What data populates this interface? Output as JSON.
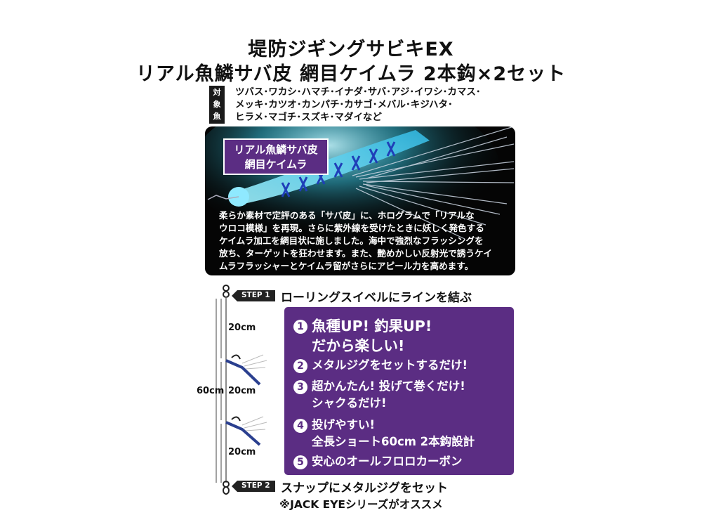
{
  "header": {
    "title_line1": "堤防ジギングサビキEX",
    "title_line2": "リアル魚鱗サバ皮 網目ケイムラ 2本鈎×2セット"
  },
  "target_fish": {
    "label": [
      "対",
      "象",
      "魚"
    ],
    "lines": [
      "ツバス･ワカシ･ハマチ･イナダ･サバ･アジ･イワシ･カマス･",
      "メッキ･カツオ･カンパチ･カサゴ･メバル･キジハタ･",
      "ヒラメ･マゴチ･スズキ･マダイなど"
    ]
  },
  "product_panel": {
    "badge": [
      "リアル魚鱗サバ皮",
      "網目ケイムラ"
    ],
    "description": [
      "柔らか素材で定評のある「サバ皮」に、ホログラムで「リアルな",
      "ウロコ模様」を再現。さらに紫外線を受けたときに妖しく発色する",
      "ケイムラ加工を網目状に施しました。海中で強烈なフラッシングを",
      "放ち、ターゲットを狂わせます。また、艶めかしい反射光で誘うケイ",
      "ムラフラッシャーとケイムラ留がさらにアピール力を高めます。"
    ]
  },
  "rig": {
    "step1": {
      "tag": "STEP 1",
      "text": "ローリングスイベルにラインを結ぶ"
    },
    "step2": {
      "tag": "STEP 2",
      "text": "スナップにメタルジグをセット"
    },
    "note": "※JACK EYEシリーズがオススメ",
    "total_length": "60cm",
    "segments": [
      "20cm",
      "20cm",
      "20cm"
    ]
  },
  "features": [
    {
      "num": "1",
      "lines": [
        "魚種UP! 釣果UP!",
        "だから楽しい!"
      ]
    },
    {
      "num": "2",
      "lines": [
        "メタルジグをセットするだけ!"
      ]
    },
    {
      "num": "3",
      "lines": [
        "超かんたん! 投げて巻くだけ!",
        "シャクるだけ!"
      ]
    },
    {
      "num": "4",
      "lines": [
        "投げやすい!",
        "全長ショート60cm 2本鈎設計"
      ]
    },
    {
      "num": "5",
      "lines": [
        "安心のオールフロロカーボン"
      ]
    }
  ],
  "colors": {
    "accent_purple": "#5b2d83",
    "panel_bg": "#050505",
    "lure_glow": "#6fe6ff"
  }
}
